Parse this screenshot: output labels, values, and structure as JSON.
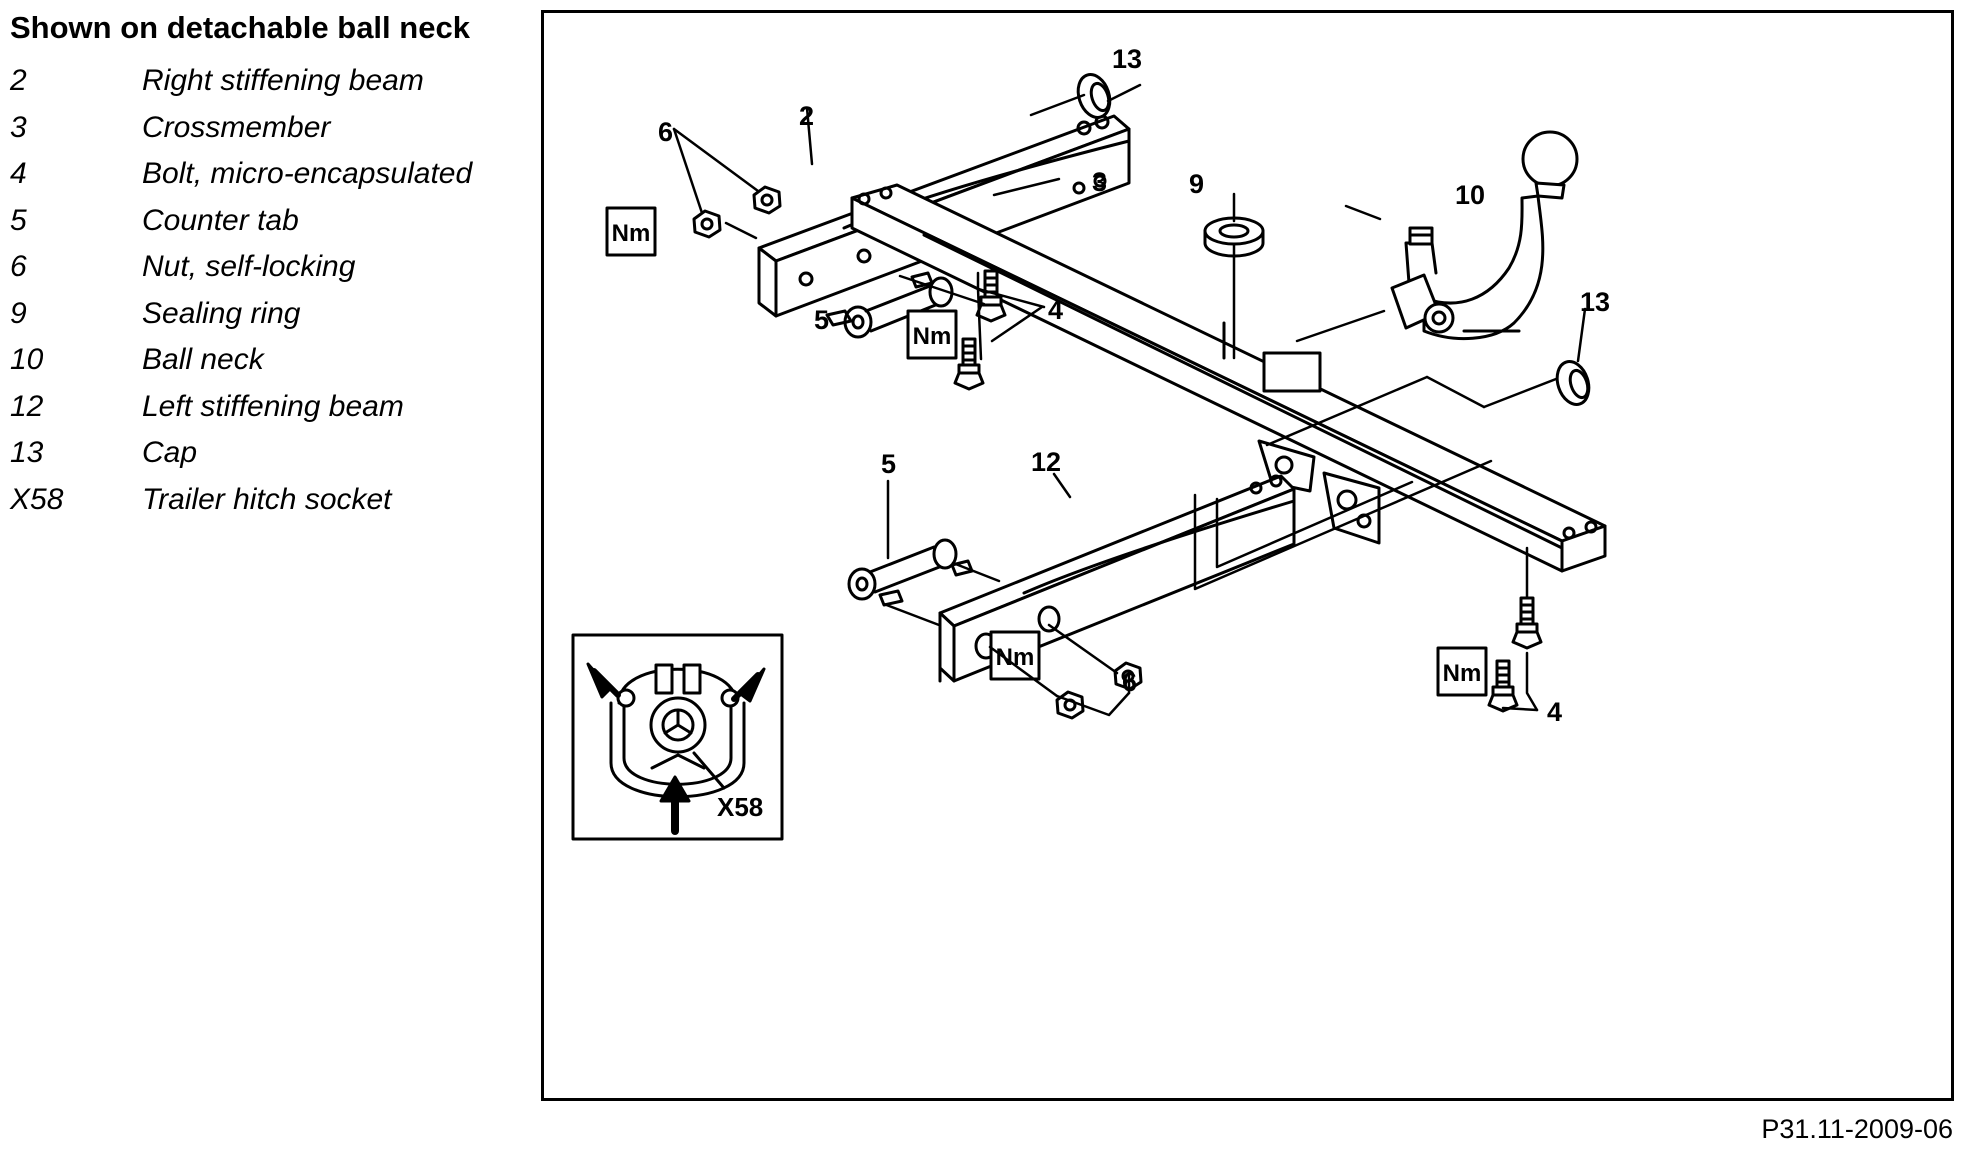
{
  "legend": {
    "title": "Shown on detachable ball neck",
    "items": [
      {
        "num": "2",
        "text": "Right stiffening beam"
      },
      {
        "num": "3",
        "text": "Crossmember"
      },
      {
        "num": "4",
        "text": "Bolt, micro-encapsulated"
      },
      {
        "num": "5",
        "text": "Counter tab"
      },
      {
        "num": "6",
        "text": "Nut, self-locking"
      },
      {
        "num": "9",
        "text": "Sealing ring"
      },
      {
        "num": "10",
        "text": "Ball neck"
      },
      {
        "num": "12",
        "text": "Left stiffening beam"
      },
      {
        "num": "13",
        "text": "Cap"
      },
      {
        "num": "X58",
        "text": "Trailer hitch socket"
      }
    ]
  },
  "figure": {
    "callouts": {
      "c2": "2",
      "c3": "3",
      "c4a": "4",
      "c4b": "4",
      "c5a": "5",
      "c5b": "5",
      "c6a": "6",
      "c6b": "6",
      "c9": "9",
      "c10": "10",
      "c12": "12",
      "c13a": "13",
      "c13b": "13",
      "x58": "X58"
    },
    "torque_label": "Nm",
    "code": "P31.11-2009-06"
  }
}
